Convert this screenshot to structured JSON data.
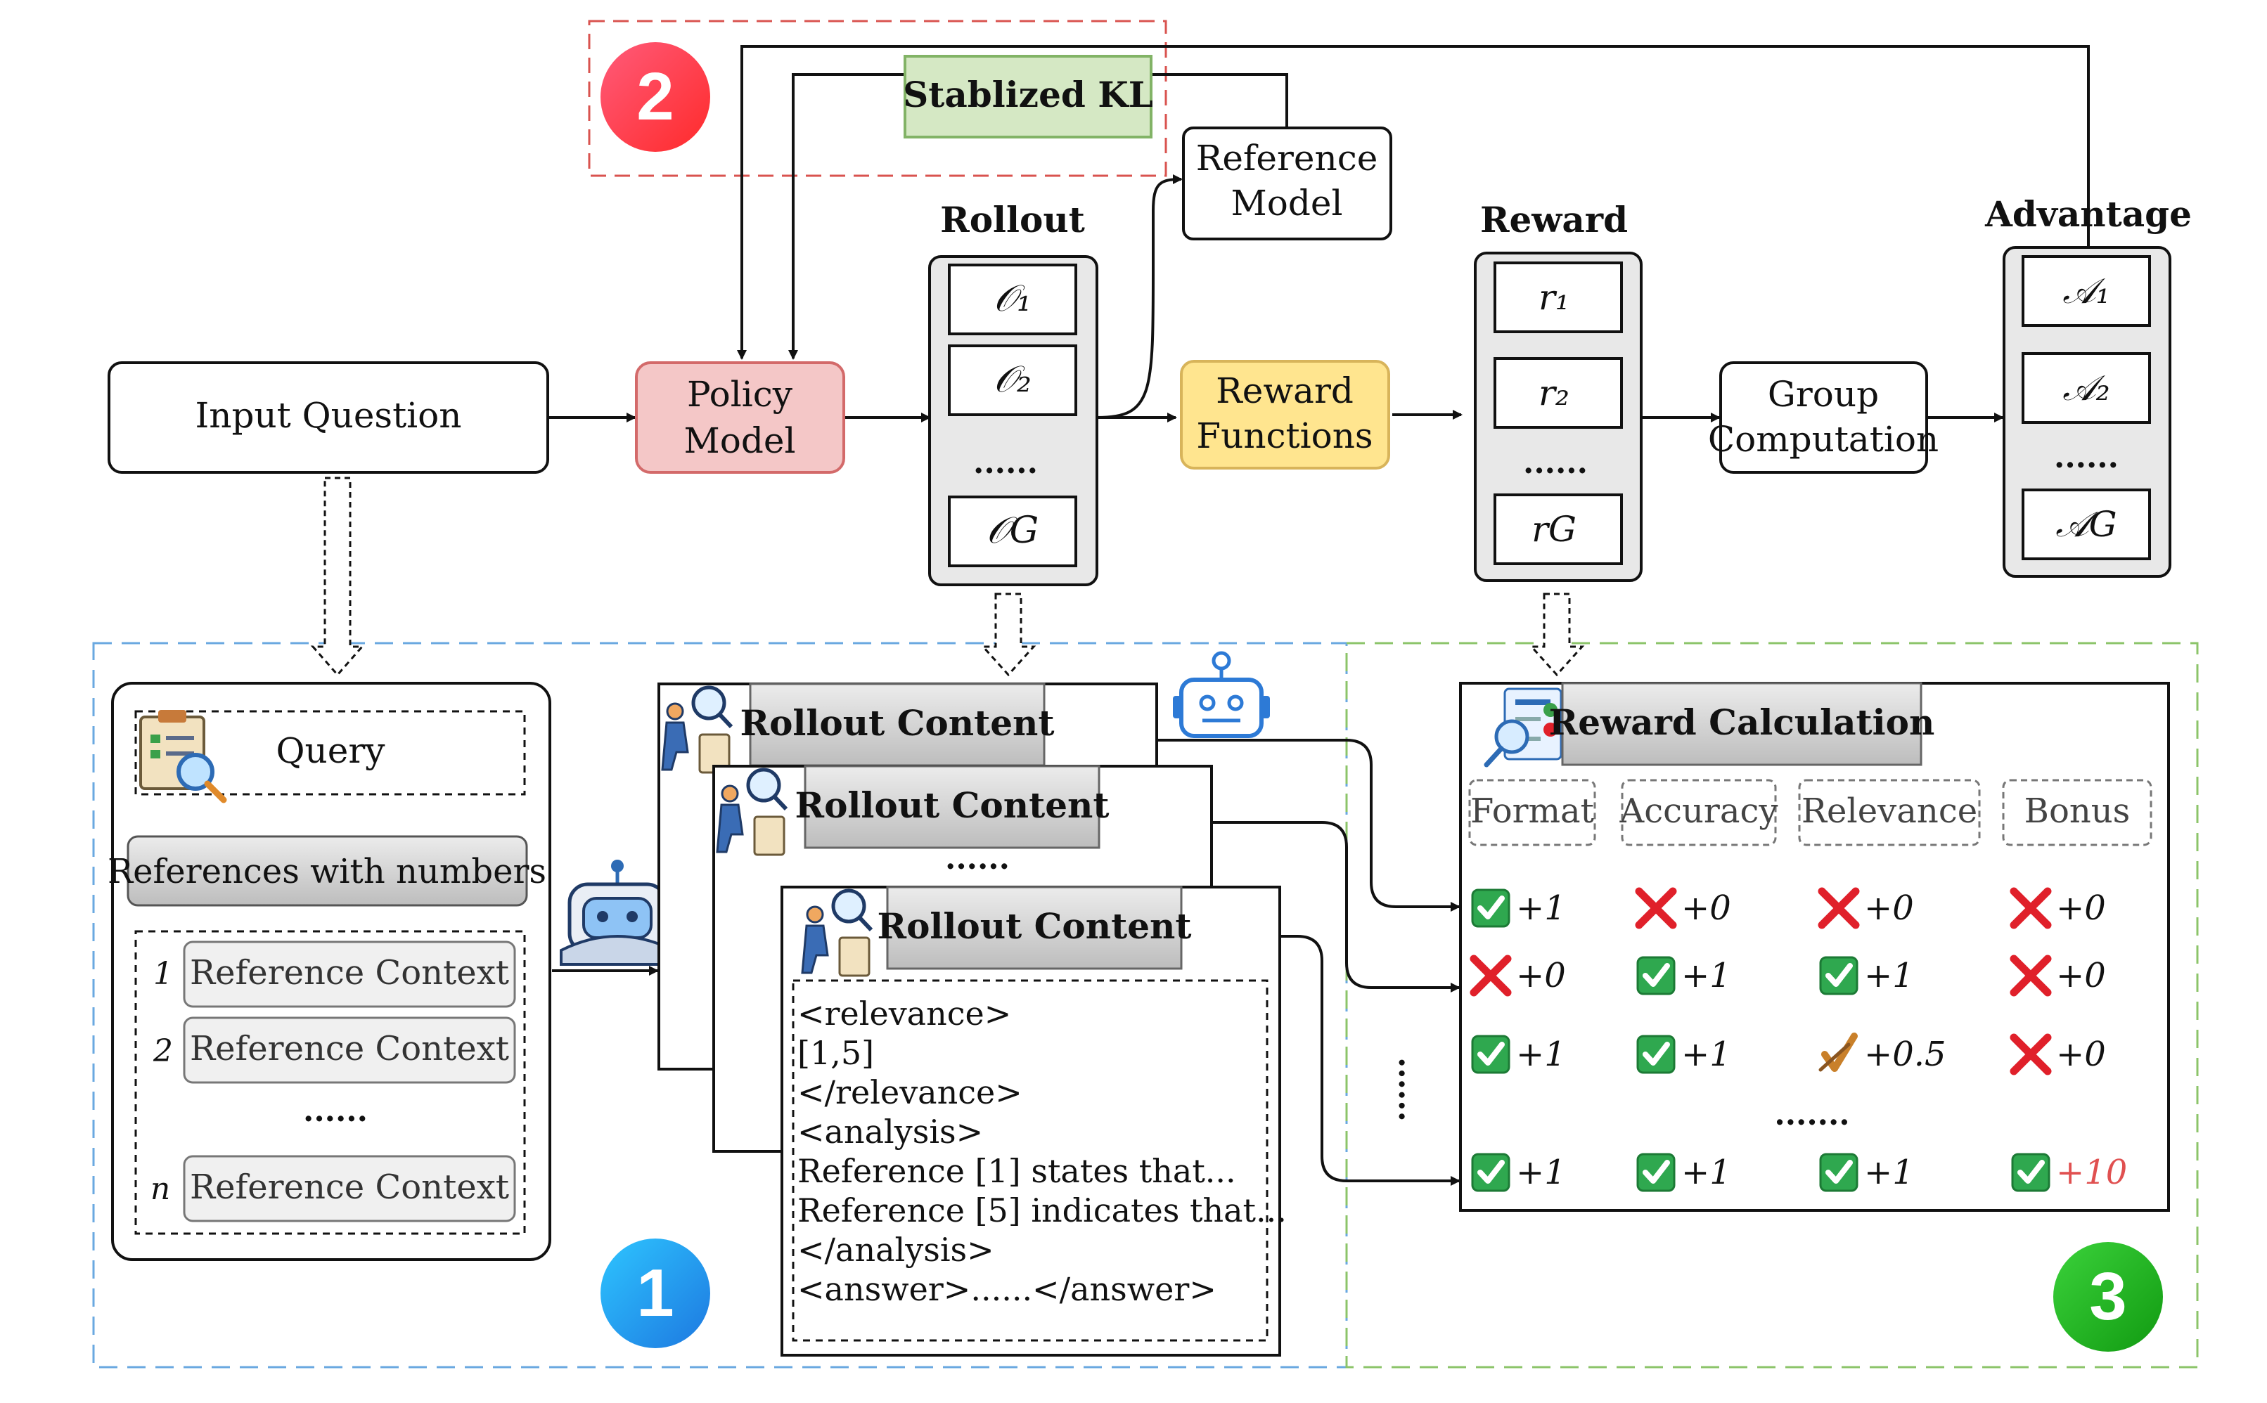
{
  "top": {
    "stablized_kl": "Stablized KL",
    "reference_model": [
      "Reference",
      "Model"
    ],
    "rollout_title": "Rollout",
    "rollout_items": [
      "𝒪₁",
      "𝒪₂",
      "......",
      "𝒪G"
    ],
    "input_question": "Input Question",
    "policy_model": [
      "Policy",
      "Model"
    ],
    "reward_functions": [
      "Reward",
      "Functions"
    ],
    "reward_title": "Reward",
    "reward_items": [
      "r₁",
      "r₂",
      "......",
      "rG"
    ],
    "group_computation": [
      "Group",
      "Computation"
    ],
    "advantage_title": "Advantage",
    "advantage_items": [
      "𝒜₁",
      "𝒜₂",
      "......",
      "𝒜G"
    ]
  },
  "badges": {
    "one": "1",
    "two": "2",
    "three": "3"
  },
  "panel1": {
    "query": "Query",
    "references_with_numbers": "References with numbers",
    "contexts": [
      {
        "num": "1",
        "label": "Reference Context"
      },
      {
        "num": "2",
        "label": "Reference Context"
      },
      {
        "num": "n",
        "label": "Reference Context"
      }
    ],
    "dots": "......"
  },
  "rollout_content": {
    "title": "Rollout Content",
    "dots": "......",
    "lines": [
      "<relevance>",
      "[1,5]",
      "</relevance>",
      "<analysis>",
      "Reference [1] states that...",
      "Reference [5] indicates that...",
      "</analysis>",
      "<answer>......</answer>"
    ]
  },
  "reward_calc": {
    "title": "Reward Calculation",
    "headers": [
      "Format",
      "Accuracy",
      "Relevance",
      "Bonus"
    ],
    "rows": [
      [
        {
          "mark": "check",
          "v": "+1"
        },
        {
          "mark": "cross",
          "v": "+0"
        },
        {
          "mark": "cross",
          "v": "+0"
        },
        {
          "mark": "cross",
          "v": "+0"
        }
      ],
      [
        {
          "mark": "cross",
          "v": "+0"
        },
        {
          "mark": "check",
          "v": "+1"
        },
        {
          "mark": "check",
          "v": "+1"
        },
        {
          "mark": "cross",
          "v": "+0"
        }
      ],
      [
        {
          "mark": "check",
          "v": "+1"
        },
        {
          "mark": "check",
          "v": "+1"
        },
        {
          "mark": "partial",
          "v": "+0.5"
        },
        {
          "mark": "cross",
          "v": "+0"
        }
      ],
      [
        {
          "mark": "check",
          "v": "+1"
        },
        {
          "mark": "check",
          "v": "+1"
        },
        {
          "mark": "check",
          "v": "+1"
        },
        {
          "mark": "check",
          "v": "+10"
        }
      ]
    ],
    "dots": ".......",
    "side_dots": "......"
  },
  "colors": {
    "policy_fill": "#f4c7c7",
    "policy_stroke": "#d36a6a",
    "reward_fn_fill": "#ffe58f",
    "reward_fn_stroke": "#d8b45a",
    "kl_fill": "#d5e8c4",
    "kl_stroke": "#82b366",
    "panel_gray": "#e8e8e8",
    "blue_dash": "#6aa8e0",
    "green_dash": "#8cc46a",
    "red_dash": "#d9534f",
    "check_green": "#2fa84f",
    "cross_red": "#e0202a",
    "bonus_red": "#e05050"
  }
}
